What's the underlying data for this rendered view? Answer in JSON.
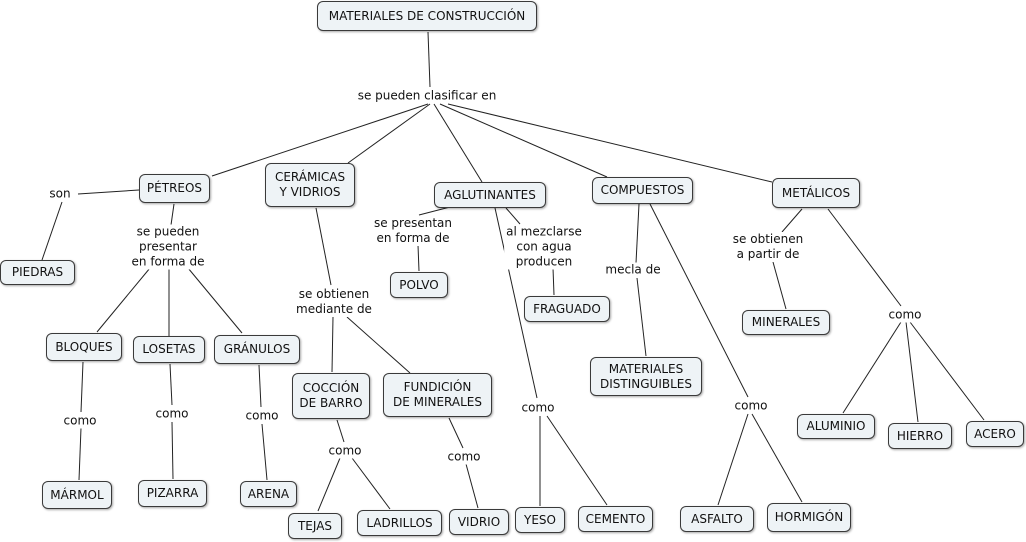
{
  "concepts": {
    "materiales": "MATERIALES DE CONSTRUCCIÓN",
    "petreos": "PÉTREOS",
    "ceramicas": "CERÁMICAS\nY VIDRIOS",
    "aglutinantes": "AGLUTINANTES",
    "compuestos": "COMPUESTOS",
    "metalicos": "METÁLICOS",
    "piedras": "PIEDRAS",
    "bloques": "BLOQUES",
    "losetas": "LOSETAS",
    "granulos": "GRÁNULOS",
    "marmol": "MÁRMOL",
    "pizarra": "PIZARRA",
    "arena": "ARENA",
    "coccion": "COCCIÓN\nDE BARRO",
    "fundicion": "FUNDICIÓN\nDE MINERALES",
    "tejas": "TEJAS",
    "ladrillos": "LADRILLOS",
    "vidrio": "VIDRIO",
    "polvo": "POLVO",
    "fraguado": "FRAGUADO",
    "yeso": "YESO",
    "cemento": "CEMENTO",
    "mat_dist": "MATERIALES\nDISTINGUIBLES",
    "asfalto": "ASFALTO",
    "hormigon": "HORMIGÓN",
    "minerales": "MINERALES",
    "aluminio": "ALUMINIO",
    "hierro": "HIERRO",
    "acero": "ACERO"
  },
  "phrases": {
    "clasificar": "se pueden clasificar en",
    "son": "son",
    "presentar": "se pueden\npresentar\nen forma de",
    "como_bloques": "como",
    "como_losetas": "como",
    "como_granulos": "como",
    "obtienen": "se obtienen\nmediante de",
    "como_coccion": "como",
    "como_fundicion": "como",
    "presentan": "se presentan\nen forma de",
    "mezclarse": "al mezclarse\ncon agua\nproducen",
    "como_aglut": "como",
    "mecla": "mecla de",
    "como_comp": "como",
    "obtienen_metal": "se obtienen\na partir de",
    "como_metal": "como"
  }
}
